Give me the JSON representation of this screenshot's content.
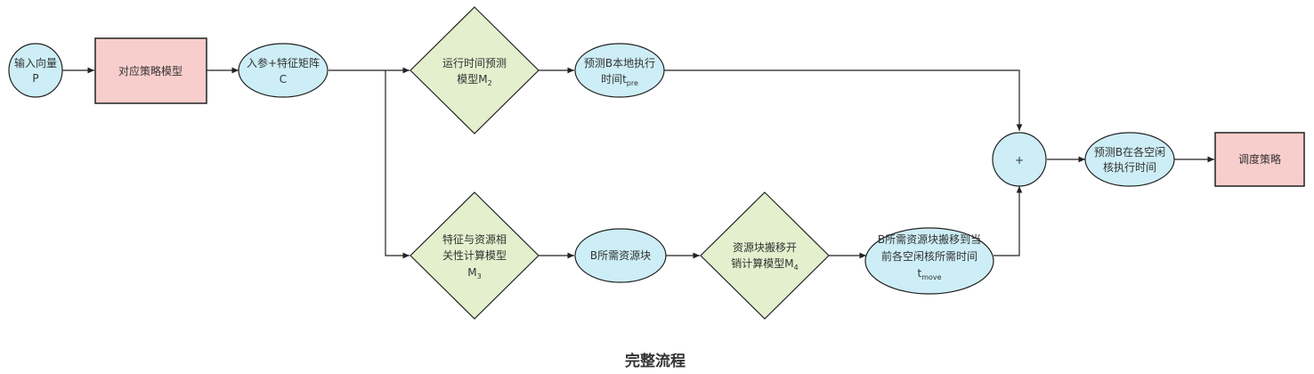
{
  "nodes": {
    "input_vector": {
      "line1": "输入向量",
      "line2": "P"
    },
    "strategy_model": {
      "label": "对应策略模型"
    },
    "params_matrix": {
      "line1": "入参+特征矩阵",
      "line2": "C"
    },
    "runtime_model": {
      "line1": "运行时间预测",
      "line2_main": "模型M",
      "line2_sub": "2"
    },
    "predict_local": {
      "line1": "预测B本地执行",
      "line2_main": "时间t",
      "line2_sub": "pre"
    },
    "correlation_model": {
      "line1": "特征与资源相",
      "line2": "关性计算模型",
      "line3_main": "M",
      "line3_sub": "3"
    },
    "resource_block": {
      "label": "B所需资源块"
    },
    "move_cost_model": {
      "line1": "资源块搬移开",
      "line2_main": "销计算模型M",
      "line2_sub": "4"
    },
    "move_time": {
      "line1": "B所需资源块搬移到当",
      "line2": "前各空闲核所需时间",
      "line3_main": "t",
      "line3_sub": "move"
    },
    "plus": {
      "label": "+"
    },
    "predict_idle": {
      "line1": "预测B在各空闲",
      "line2": "核执行时间"
    },
    "schedule_strategy": {
      "label": "调度策略"
    }
  },
  "caption": "完整流程",
  "colors": {
    "blue_fill": "#cdeef6",
    "pink_fill": "#f8cecc",
    "green_fill": "#e3efcd",
    "stroke": "#222222",
    "text": "#333333"
  }
}
